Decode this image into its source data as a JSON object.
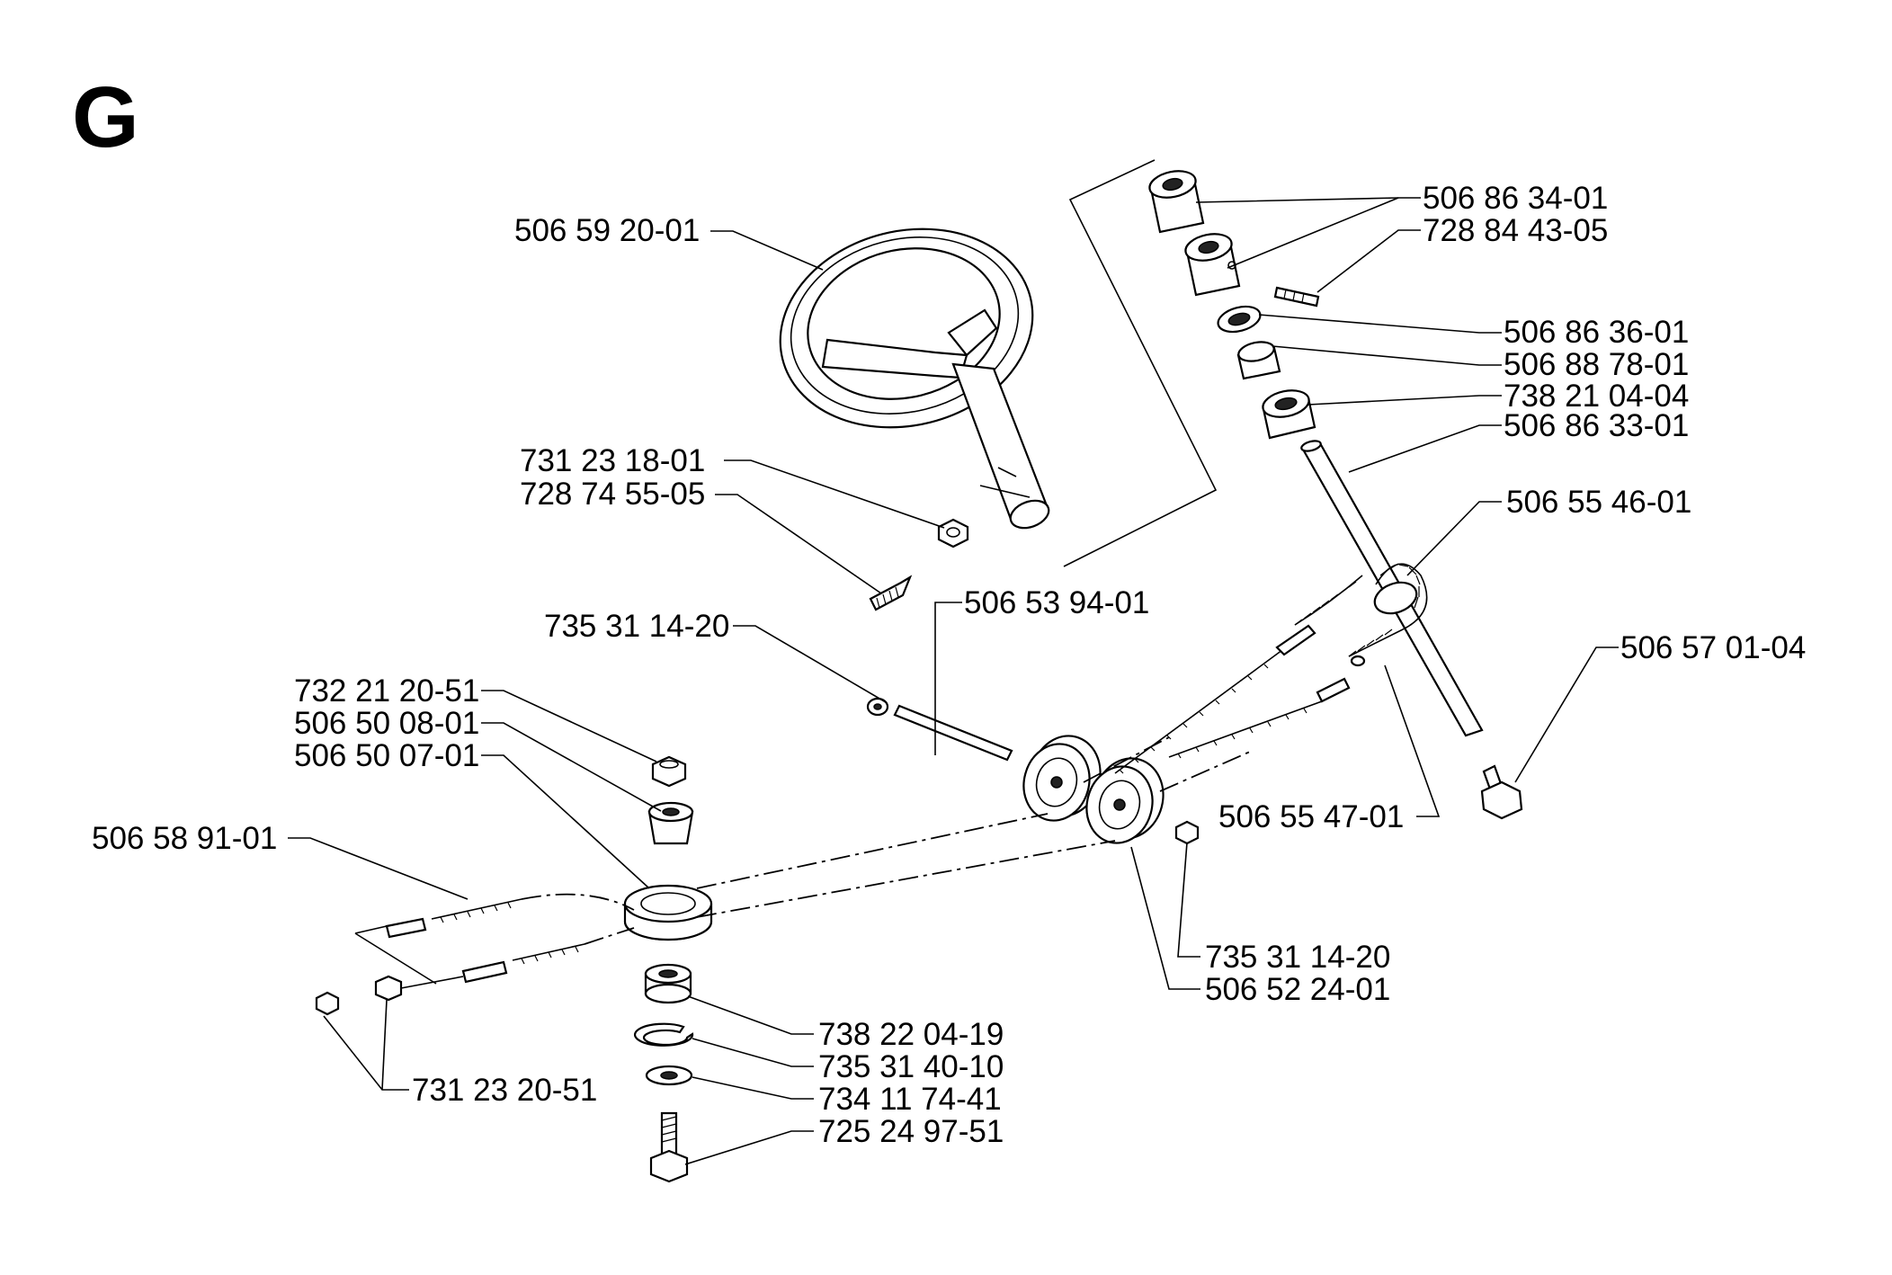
{
  "section": {
    "letter": "G"
  },
  "parts": {
    "steering_wheel": "506 59 20-01",
    "nut_wheel": "731 23 18-01",
    "screw_wheel": "728 74 55-05",
    "collar_upper": "506 86 34-01",
    "set_screw": "728 84 43-05",
    "washer_upper": "506 86 36-01",
    "bushing_upper": "506 88 78-01",
    "bearing_upper": "738 21 04-04",
    "steering_shaft": "506 86 33-01",
    "sprocket_chain": "506 55 46-01",
    "bolt_shaft_end": "506 57 01-04",
    "pulley_shaft": "506 53 94-01",
    "clip_left": "735 31 14-20",
    "nut_top": "732 21 20-51",
    "spacer_top": "506 50 08-01",
    "pulley_lower": "506 50 07-01",
    "cable": "506 58 91-01",
    "chain_link": "506 55 47-01",
    "clip_right": "735 31 14-20",
    "pulley_pair": "506 52 24-01",
    "bearing_lower": "738 22 04-19",
    "circlip": "735 31 40-10",
    "washer_lower": "734 11 74-41",
    "bolt_lower": "725 24 97-51",
    "nuts_cable": "731 23 20-51"
  }
}
